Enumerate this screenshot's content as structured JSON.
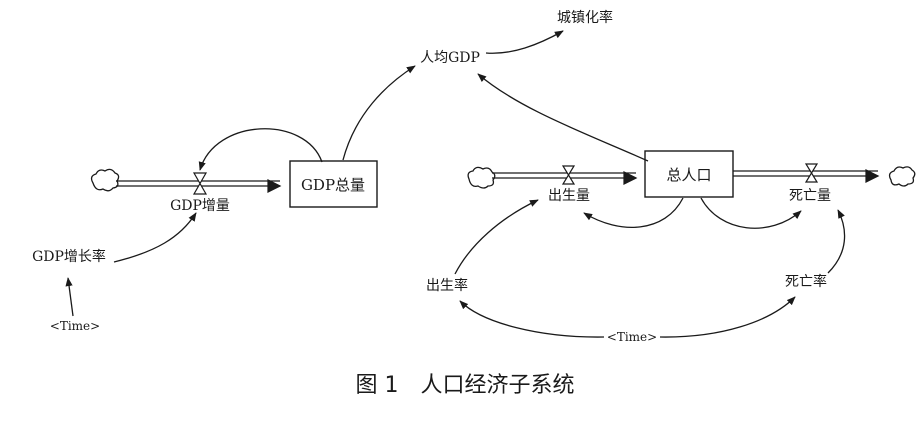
{
  "stocks": {
    "gdp_total": "GDP总量",
    "total_population": "总人口"
  },
  "flows": {
    "gdp_increase": "GDP增量",
    "births": "出生量",
    "deaths": "死亡量"
  },
  "variables": {
    "gdp_growth_rate": "GDP增长率",
    "gdp_per_capita": "人均GDP",
    "urbanization_rate": "城镇化率",
    "birth_rate": "出生率",
    "death_rate": "死亡率"
  },
  "shadow_variables": {
    "time_left": "<Time>",
    "time_bottom": "<Time>"
  },
  "caption": "图 1　人口经济子系统"
}
